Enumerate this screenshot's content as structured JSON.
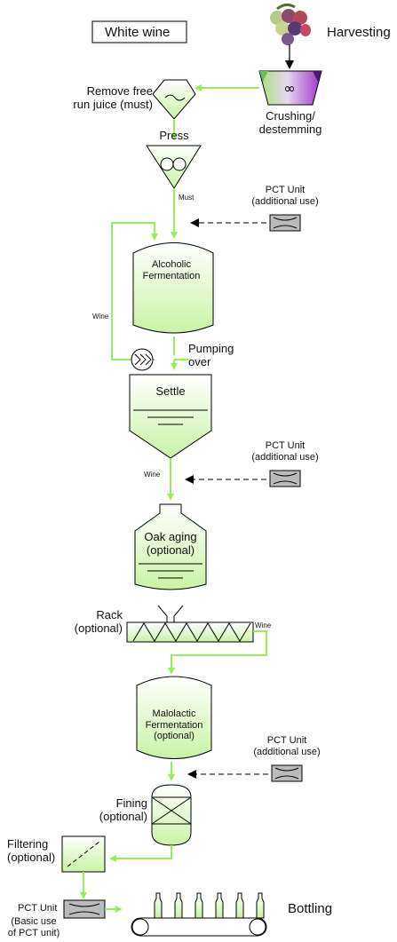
{
  "title": "White wine",
  "steps": {
    "harvesting": "Harvesting",
    "crushing_line1": "Crushing/",
    "crushing_line2": "destemming",
    "remove_line1": "Remove free",
    "remove_line2": "run juice (must)",
    "press": "Press",
    "alcoholic_line1": "Alcoholic",
    "alcoholic_line2": "Fermentation",
    "pumping_line1": "Pumping",
    "pumping_line2": "over",
    "settle": "Settle",
    "oak_line1": "Oak aging",
    "oak_line2": "(optional)",
    "rack_line1": "Rack",
    "rack_line2": "(optional)",
    "malo_line1": "Malolactic",
    "malo_line2": "Fermentation",
    "malo_line3": "(optional)",
    "fining_line1": "Fining",
    "fining_line2": "(optional)",
    "filtering_line1": "Filtering",
    "filtering_line2": "(optional)",
    "bottling": "Bottling"
  },
  "flow_labels": {
    "must": "Must",
    "wine": "Wine"
  },
  "pct": {
    "title": "PCT Unit",
    "additional": "(additional use)",
    "basic_line1": "(Basic use",
    "basic_line2": "of PCT unit)"
  },
  "colors": {
    "flow_green": "#99ee55",
    "vessel_fill": "#dcf8c8",
    "pct_box": "#bbbbbb",
    "crusher_purple": "#9a33c9"
  },
  "icons": [
    "grape-cluster-icon",
    "infinity-icon",
    "screw-conveyor-icon",
    "bottle-icon"
  ]
}
